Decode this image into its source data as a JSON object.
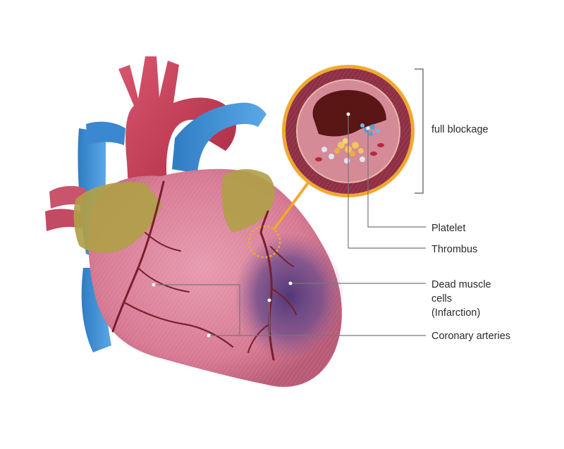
{
  "labels": {
    "full_blockage": "full blockage",
    "platelet": "Platelet",
    "thrombus": "Thrombus",
    "dead_muscle_line1": "Dead muscle",
    "dead_muscle_line2": "cells",
    "dead_muscle_line3": "(Infarction)",
    "coronary_arteries": "Coronary arteries"
  },
  "colors": {
    "heart_pink": "#d77a93",
    "aorta_red": "#c2344f",
    "vein_blue": "#3d8fd4",
    "atrium_olive": "#b0a048",
    "infarction_purple": "#5c3d80",
    "artery_dark": "#7a1e2c",
    "highlight_ring": "#f0a830",
    "leader_line": "#777777",
    "vessel_wall": "#8e2f45",
    "thrombus_core": "#5a1515",
    "plaque_yellow": "#f3c55a",
    "platelet_blue": "#4aa3d8"
  }
}
